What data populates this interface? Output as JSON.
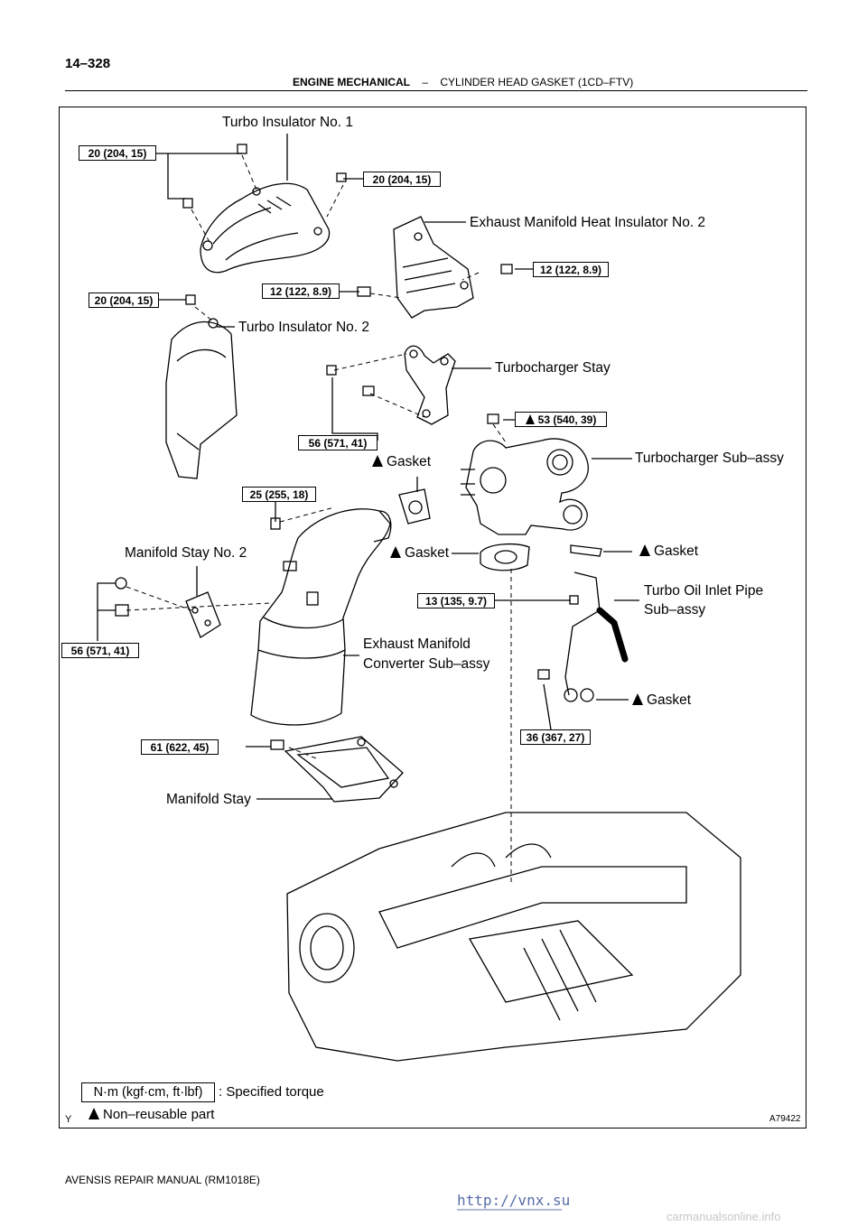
{
  "page": {
    "number": "14–328",
    "section": "ENGINE MECHANICAL",
    "dash": "–",
    "subsection": "CYLINDER HEAD GASKET (1CD–FTV)"
  },
  "labels": {
    "turbo_insulator_1": "Turbo Insulator No. 1",
    "exh_manifold_heat_insulator_2": "Exhaust Manifold Heat Insulator No. 2",
    "turbo_insulator_2": "Turbo Insulator No. 2",
    "turbocharger_stay": "Turbocharger Stay",
    "turbocharger_sub_assy": "Turbocharger Sub–assy",
    "gasket": "Gasket",
    "manifold_stay_2": "Manifold Stay No. 2",
    "turbo_oil_inlet_pipe_1": "Turbo Oil Inlet Pipe",
    "turbo_oil_inlet_pipe_2": "Sub–assy",
    "exh_manifold_converter_1": "Exhaust Manifold",
    "exh_manifold_converter_2": "Converter Sub–assy",
    "manifold_stay": "Manifold Stay"
  },
  "torques": {
    "t_20_a": "20 (204, 15)",
    "t_20_b": "20 (204, 15)",
    "t_20_c": "20 (204, 15)",
    "t_12_a": "12 (122, 8.9)",
    "t_12_b": "12 (122, 8.9)",
    "t_53": "53 (540, 39)",
    "t_56_a": "56 (571, 41)",
    "t_56_b": "56 (571, 41)",
    "t_25": "25 (255, 18)",
    "t_13": "13 (135, 9.7)",
    "t_36": "36 (367, 27)",
    "t_61": "61 (622, 45)"
  },
  "legend": {
    "unit": "N·m (kgf·cm, ft·lbf)",
    "torque_text": ": Specified torque",
    "nonreusable_text": "Non–reusable part"
  },
  "figure": {
    "corner_mark": "Y",
    "id": "A79422"
  },
  "footer": {
    "text": "AVENSIS REPAIR MANUAL   (RM1018E)"
  },
  "watermark": {
    "text": "http://vnx.su"
  },
  "site": {
    "text": "carmanualsonline.info"
  }
}
